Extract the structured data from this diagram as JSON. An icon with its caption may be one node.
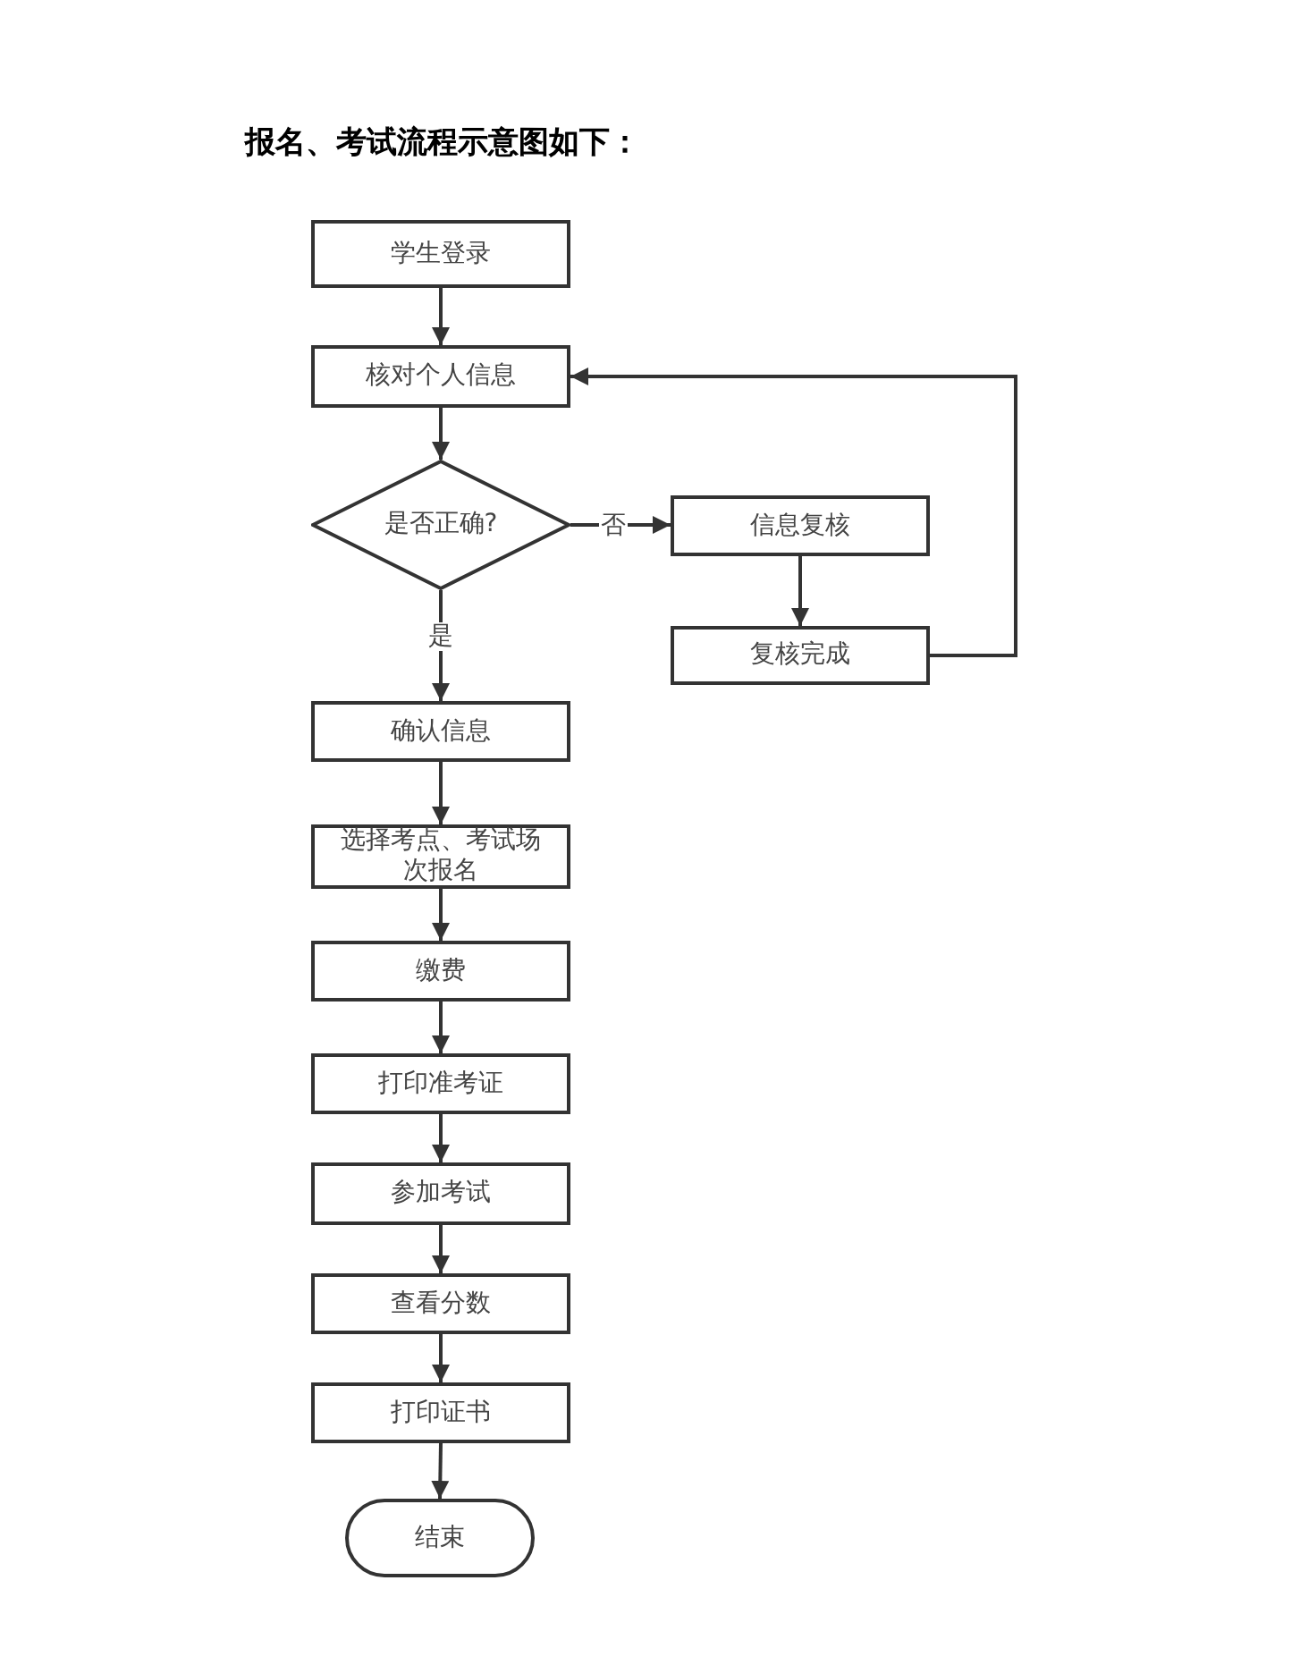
{
  "diagram": {
    "title": "报名、考试流程示意图如下：",
    "nodes": [
      {
        "text": [
          "学生登录"
        ]
      },
      {
        "text": [
          "核对个人信息"
        ]
      },
      {
        "text": [
          "是否正确?"
        ]
      },
      {
        "text": [
          "信息复核"
        ]
      },
      {
        "text": [
          "复核完成"
        ]
      },
      {
        "text": [
          "确认信息"
        ]
      },
      {
        "text": [
          "选择考点、考试场次报名"
        ]
      },
      {
        "text": [
          "缴费"
        ]
      },
      {
        "text": [
          "打印准考证"
        ]
      },
      {
        "text": [
          "参加考试"
        ]
      },
      {
        "text": [
          "查看分数"
        ]
      },
      {
        "text": [
          "打印证书"
        ]
      },
      {
        "text": [
          "结束"
        ]
      }
    ],
    "edges": [
      {
        "from": 0,
        "to": 1,
        "arrow": "to"
      },
      {
        "from": 1,
        "to": 2,
        "arrow": "to"
      },
      {
        "from": 2,
        "to": 3,
        "arrow": "to",
        "label": "否"
      },
      {
        "from": 3,
        "to": 4,
        "arrow": "to"
      },
      {
        "from": 4,
        "to": 1,
        "arrow": "to"
      },
      {
        "from": 2,
        "to": 5,
        "arrow": "to",
        "label": "是"
      },
      {
        "from": 5,
        "to": 6,
        "arrow": "to"
      },
      {
        "from": 6,
        "to": 7,
        "arrow": "to"
      },
      {
        "from": 7,
        "to": 8,
        "arrow": "to"
      },
      {
        "from": 8,
        "to": 9,
        "arrow": "to"
      },
      {
        "from": 9,
        "to": 10,
        "arrow": "to"
      },
      {
        "from": 10,
        "to": 11,
        "arrow": "to"
      },
      {
        "from": 11,
        "to": 12,
        "arrow": "to"
      }
    ]
  }
}
